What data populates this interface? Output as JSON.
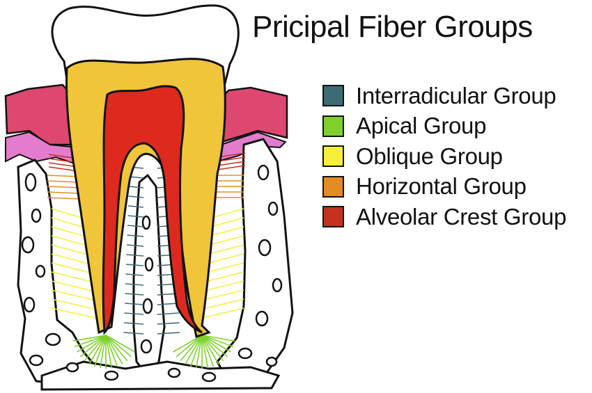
{
  "title": "Pricipal Fiber Groups",
  "legend": [
    {
      "label": "Interradicular Group",
      "color": "#3d6b73"
    },
    {
      "label": "Apical Group",
      "color": "#7ed12a"
    },
    {
      "label": "Oblique Group",
      "color": "#f6ef3a"
    },
    {
      "label": "Horizontal Group",
      "color": "#e58b25"
    },
    {
      "label": "Alveolar Crest Group",
      "color": "#c4311f"
    }
  ],
  "colors": {
    "enamel": "#ffffff",
    "dentin": "#f0c53a",
    "pulp": "#de2a1e",
    "gingiva": "#de4770",
    "gingiva_inner": "#e47ccd",
    "bone": "#ffffff",
    "outline": "#111111"
  }
}
